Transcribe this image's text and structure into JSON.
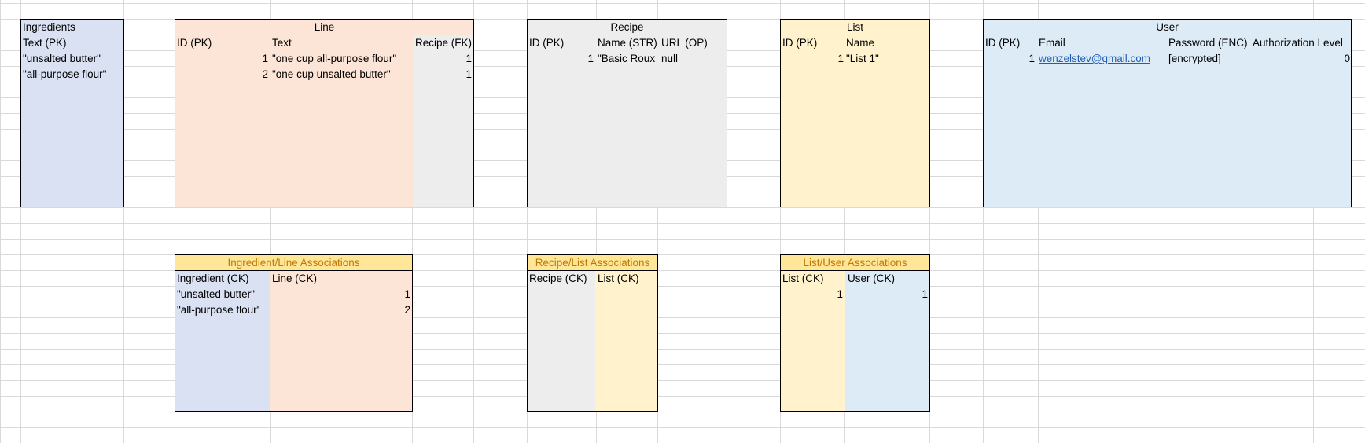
{
  "tables": {
    "ingredients": {
      "title": "Ingredients",
      "col_text": "Text (PK)",
      "rows": [
        "\"unsalted butter\"",
        "\"all-purpose flour\""
      ]
    },
    "line": {
      "title": "Line",
      "col_id": "ID (PK)",
      "col_text": "Text",
      "col_recipe": "Recipe (FK)",
      "rows": [
        {
          "id": "1",
          "text": "\"one cup all-purpose flour\"",
          "recipe": "1"
        },
        {
          "id": "2",
          "text": "\"one cup unsalted butter\"",
          "recipe": "1"
        }
      ]
    },
    "recipe": {
      "title": "Recipe",
      "col_id": "ID (PK)",
      "col_name": "Name (STR)",
      "col_url": "URL (OP)",
      "rows": [
        {
          "id": "1",
          "name": "\"Basic Roux",
          "url": "null"
        }
      ]
    },
    "list": {
      "title": "List",
      "col_id": "ID (PK)",
      "col_name": "Name",
      "rows": [
        {
          "id": "1",
          "name": "\"List 1\""
        }
      ]
    },
    "user": {
      "title": "User",
      "col_id": "ID (PK)",
      "col_email": "Email",
      "col_password": "Password (ENC)",
      "col_auth": "Authorization Level",
      "rows": [
        {
          "id": "1",
          "email": "wenzelstev@gmail.com",
          "password": "[encrypted]",
          "auth": "0"
        }
      ]
    },
    "ingredient_line": {
      "title": "Ingredient/Line Associations",
      "col_ingredient": "Ingredient (CK)",
      "col_line": "Line (CK)",
      "rows": [
        {
          "ingredient": "\"unsalted butter\"",
          "line": "1"
        },
        {
          "ingredient": "\"all-purpose flour'",
          "line": "2"
        }
      ]
    },
    "recipe_list": {
      "title": "Recipe/List Associations",
      "col_recipe": "Recipe (CK)",
      "col_list": "List (CK)"
    },
    "list_user": {
      "title": "List/User Associations",
      "col_list": "List (CK)",
      "col_user": "User (CK)",
      "rows": [
        {
          "list": "1",
          "user": "1"
        }
      ]
    }
  },
  "colors": {
    "ingredients": "#d9e1f2",
    "line": "#fce4d6",
    "recipe": "#ededed",
    "list": "#fff2cc",
    "user": "#ddebf7",
    "association_header": "#ffe699",
    "association_title_text": "#c07a00",
    "gridline": "#d9d9d9",
    "link": "#1f5fb8"
  }
}
